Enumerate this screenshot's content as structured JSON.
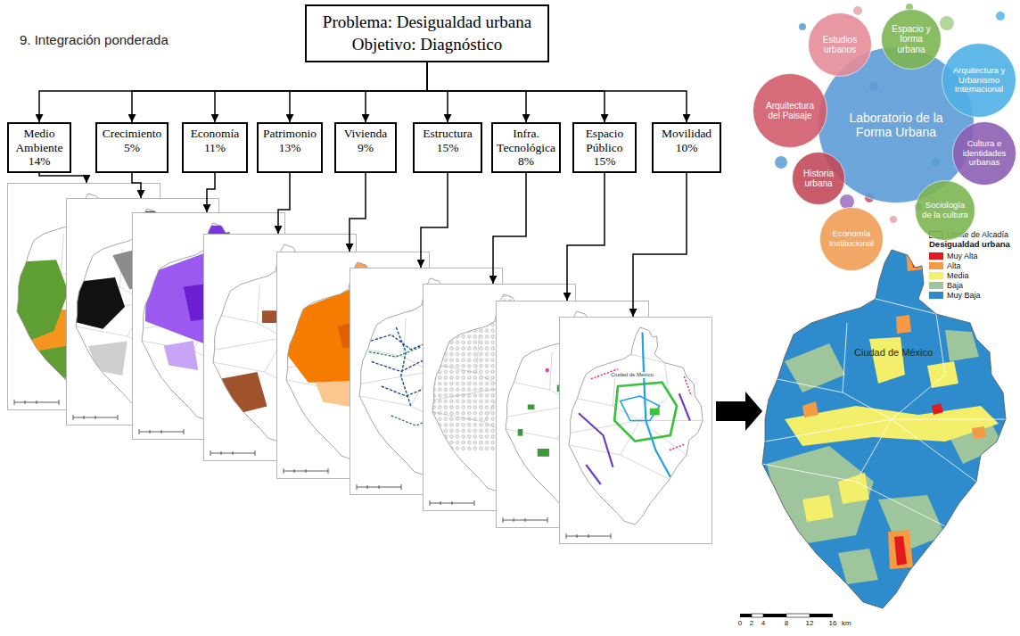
{
  "diagram": {
    "nodes": [
      {
        "text": [
          "Problema: Desigualdad urbana",
          "Objetivo: Diagnóstico"
        ]
      },
      {
        "text": [
          "Medio Ambiente",
          "14%"
        ]
      },
      {
        "text": [
          "Crecimiento",
          "5%"
        ]
      },
      {
        "text": [
          "Economía",
          "11%"
        ]
      },
      {
        "text": [
          "Patrimonio",
          "13%"
        ]
      },
      {
        "text": [
          "Vivienda",
          "9%"
        ]
      },
      {
        "text": [
          "Estructura",
          "15%"
        ]
      },
      {
        "text": [
          "Infra. Tecnológica",
          "8%"
        ]
      },
      {
        "text": [
          "Espacio Público",
          "15%"
        ]
      },
      {
        "text": [
          "Movilidad",
          "10%"
        ]
      },
      {
        "text": [
          "Estudios urbanos"
        ]
      },
      {
        "text": [
          "Espacio y forma urbana"
        ]
      },
      {
        "text": [
          "Arquitectura y Urbanismo Internacional"
        ]
      },
      {
        "text": [
          "Arquitectura del Paisaje"
        ]
      },
      {
        "text": [
          "Laboratorio de la Forma Urbana"
        ]
      },
      {
        "text": [
          "Cultura e identidades urbanas"
        ]
      },
      {
        "text": [
          "Historia urbana"
        ]
      },
      {
        "text": [
          "Sociología de la cultura"
        ]
      },
      {
        "text": [
          "Economía Institucional"
        ]
      }
    ],
    "edges": [
      {
        "from": 0,
        "to": 1,
        "arrow": "to"
      },
      {
        "from": 0,
        "to": 2,
        "arrow": "to"
      },
      {
        "from": 0,
        "to": 3,
        "arrow": "to"
      },
      {
        "from": 0,
        "to": 4,
        "arrow": "to"
      },
      {
        "from": 0,
        "to": 5,
        "arrow": "to"
      },
      {
        "from": 0,
        "to": 6,
        "arrow": "to"
      },
      {
        "from": 0,
        "to": 7,
        "arrow": "to"
      },
      {
        "from": 0,
        "to": 8,
        "arrow": "to"
      },
      {
        "from": 0,
        "to": 9,
        "arrow": "to"
      }
    ],
    "labels": [
      "9. Integración ponderada",
      "Ciudad de México",
      "Ciudad de México",
      "Desigualdad urbana",
      "0",
      "2",
      "4",
      "8",
      "12",
      "16",
      "km"
    ],
    "legend": [
      {
        "text": "Límite de Alcadía"
      },
      {
        "text": "Muy Alta",
        "color": "#e31a1c"
      },
      {
        "text": "Alta",
        "color": "#f49a45"
      },
      {
        "text": "Media",
        "color": "#f3ef6b"
      },
      {
        "text": "Baja",
        "color": "#9fc59c"
      },
      {
        "text": "Muy Baja",
        "color": "#2e8bcc"
      }
    ]
  }
}
